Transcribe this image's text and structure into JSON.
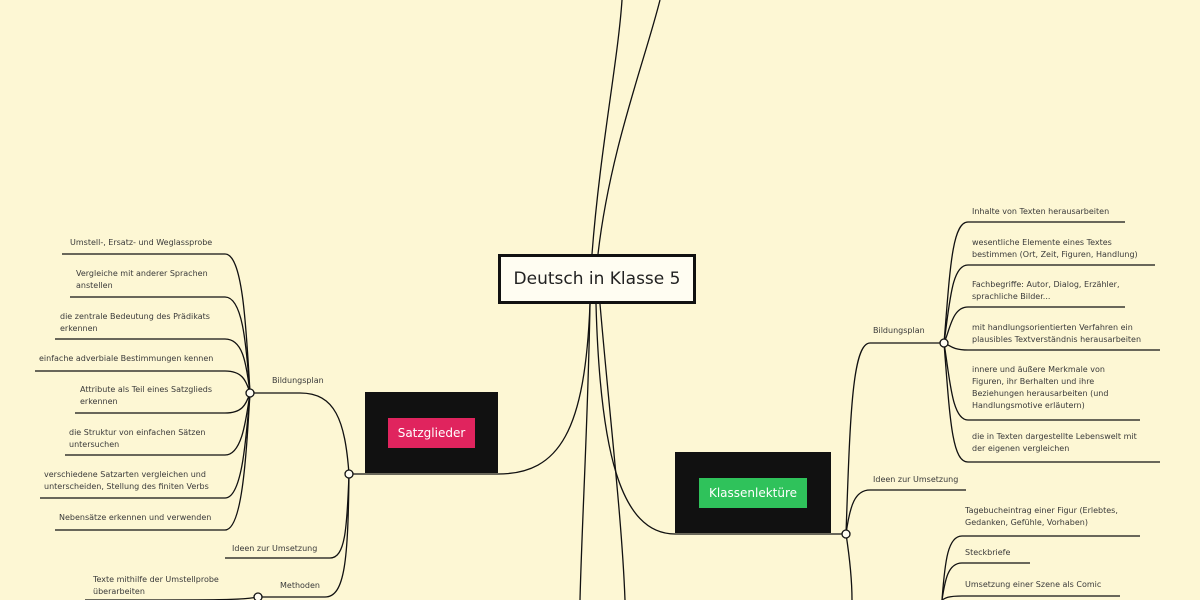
{
  "center": {
    "title": "Deutsch in Klasse 5"
  },
  "colors": {
    "background": "#fdf7d4",
    "satzglieder": "#e0245e",
    "klassenlekture": "#2fc25b",
    "line": "#111111"
  },
  "satzglieder": {
    "title": "Satzglieder",
    "branches": {
      "bildungsplan": "Bildungsplan",
      "ideen": "Ideen zur Umsetzung",
      "methoden": "Methoden"
    },
    "bildungsplan_items": [
      "Umstell-, Ersatz- und Weglassprobe",
      "Vergleiche mit anderer Sprachen\nanstellen",
      "die zentrale Bedeutung des Prädikats\nerkennen",
      "einfache adverbiale Bestimmungen kennen",
      "Attribute als Teil eines Satzglieds\nerkennen",
      "die Struktur von einfachen Sätzen\nuntersuchen",
      "verschiedene Satzarten vergleichen und\nunterscheiden, Stellung des finiten Verbs",
      "Nebensätze erkennen und verwenden"
    ],
    "methoden_items": [
      "Texte mithilfe der Umstellprobe\nüberarbeiten"
    ]
  },
  "klassenlekture": {
    "title": "Klassenlektüre",
    "branches": {
      "bildungsplan": "Bildungsplan",
      "ideen": "Ideen zur Umsetzung"
    },
    "bildungsplan_items": [
      "Inhalte von Texten herausarbeiten",
      "wesentliche Elemente eines Textes\nbestimmen (Ort, Zeit, Figuren, Handlung)",
      "Fachbegriffe: Autor, Dialog, Erzähler,\nsprachliche Bilder...",
      "mit handlungsorientierten Verfahren ein\nplausibles Textverständnis herausarbeiten",
      "innere und äußere Merkmale von\nFiguren, ihr Berhalten und ihre\nBeziehungen herausarbeiten (und\nHandlungsmotive erläutern)",
      "die in Texten dargestellte Lebenswelt mit\nder eigenen vergleichen"
    ],
    "ideen_items": [
      "Tagebucheintrag einer Figur (Erlebtes,\nGedanken, Gefühle, Vorhaben)",
      "Steckbriefe",
      "Umsetzung einer Szene als Comic"
    ]
  }
}
